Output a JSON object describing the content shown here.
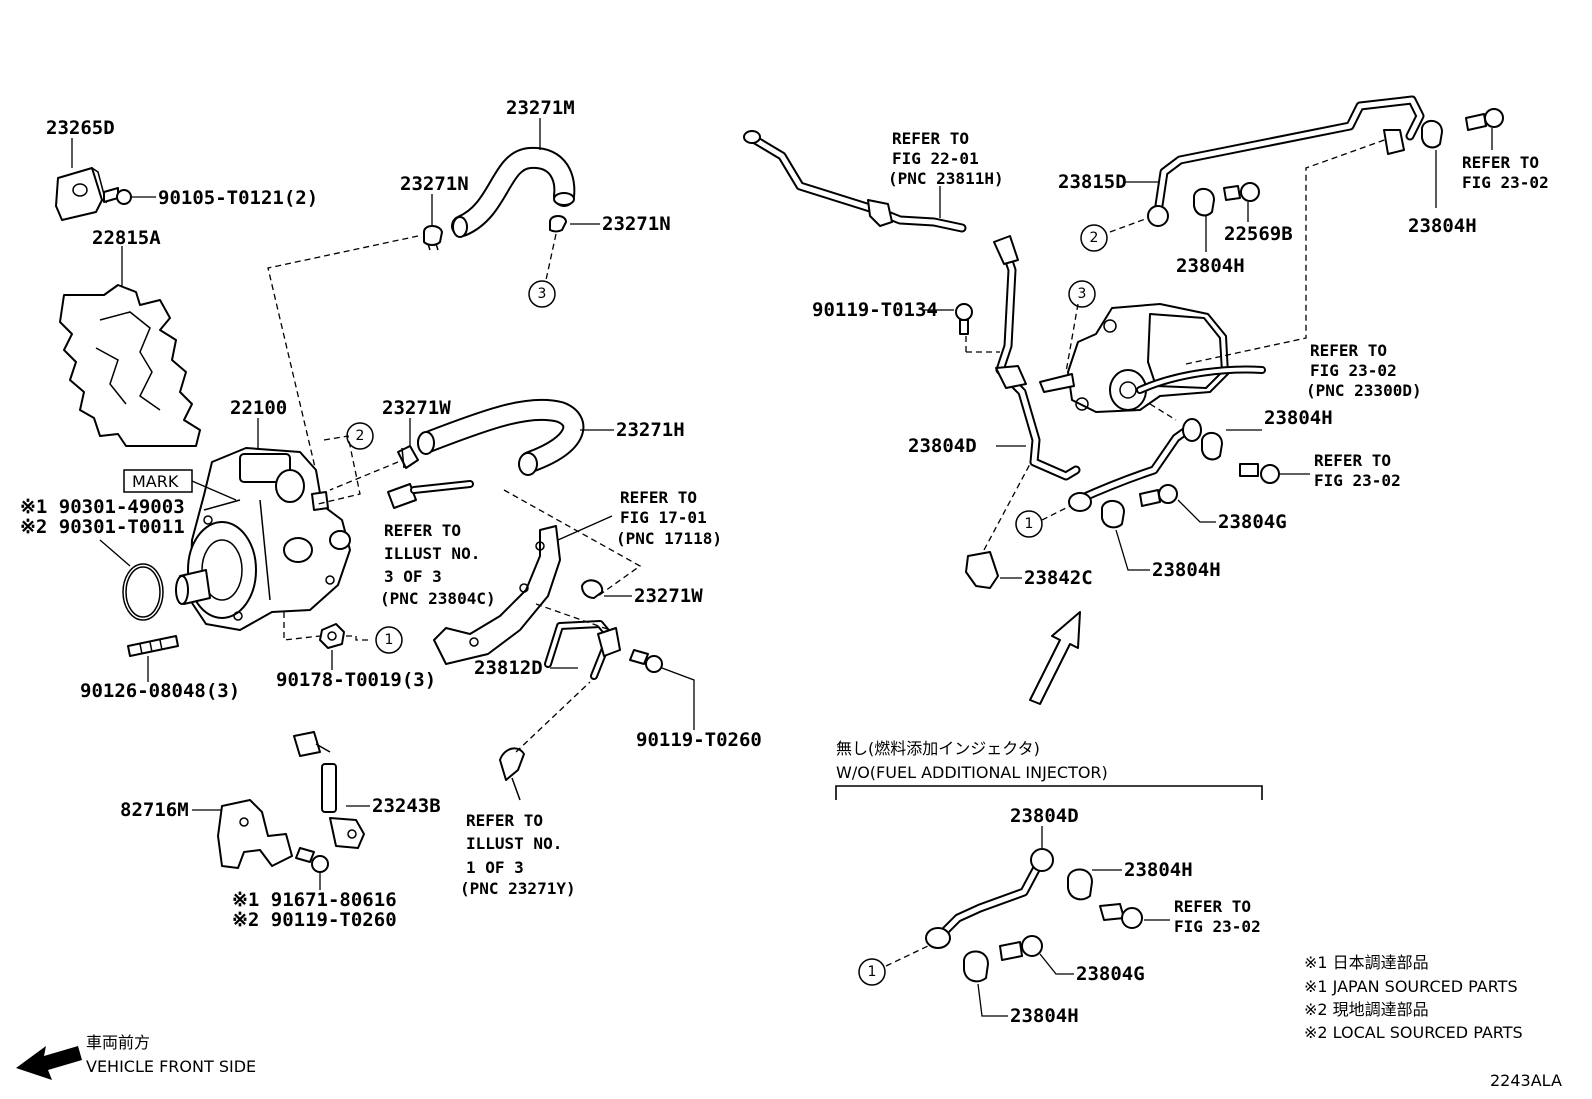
{
  "labels": {
    "p23265D": "23265D",
    "p90105": "90105-T0121(2)",
    "p22815A": "22815A",
    "p23271M": "23271M",
    "p23271N_a": "23271N",
    "p23271N_b": "23271N",
    "p22100": "22100",
    "p23271W_a": "23271W",
    "p23271H": "23271H",
    "mark": "MARK",
    "p90301_1": "※1 90301-49003",
    "p90301_2": "※2 90301-T0011",
    "p90126": "90126-08048(3)",
    "p90178": "90178-T0019(3)",
    "p23812D": "23812D",
    "p23271W_b": "23271W",
    "p90119_T0260": "90119-T0260",
    "p23243B": "23243B",
    "p82716M": "82716M",
    "p91671_1": "※1  91671-80616",
    "p90119_2": "※2  90119-T0260",
    "p90119_T0134": "90119-T0134",
    "p23815D": "23815D",
    "p23804H_top_r": "23804H",
    "p22569B": "22569B",
    "p23804H_top": "23804H",
    "p23804D": "23804D",
    "p23804H_mid": "23804H",
    "p23804G_mid": "23804G",
    "p23804H_low": "23804H",
    "p23842C": "23842C",
    "p23804D_inset": "23804D",
    "p23804H_inset_a": "23804H",
    "p23804G_inset": "23804G",
    "p23804H_inset_b": "23804H"
  },
  "refs": {
    "illust3": [
      "REFER TO",
      "ILLUST NO.",
      "3 OF 3",
      "(PNC 23804C)"
    ],
    "fig1701": [
      "REFER TO",
      "FIG 17-01",
      "(PNC 17118)"
    ],
    "illust1": [
      "REFER TO",
      "ILLUST NO.",
      "1 OF 3",
      "(PNC 23271Y)"
    ],
    "fig2201": [
      "REFER TO",
      "FIG 22-01",
      "(PNC 23811H)"
    ],
    "fig2302_a": [
      "REFER TO",
      "FIG 23-02"
    ],
    "fig2302_b": [
      "REFER TO",
      "FIG 23-02",
      "(PNC 23300D)"
    ],
    "fig2302_c": [
      "REFER TO",
      "FIG 23-02"
    ],
    "fig2302_d": [
      "REFER TO",
      "FIG 23-02"
    ]
  },
  "circles": {
    "c1": "1",
    "c2": "2",
    "c3": "3"
  },
  "inset": {
    "title_jp": "無し(燃料添加インジェクタ)",
    "title_en": "W/O(FUEL ADDITIONAL INJECTOR)"
  },
  "legend": {
    "l1_jp": "※1 日本調達部品",
    "l1_en": "※1 JAPAN SOURCED PARTS",
    "l2_jp": "※2 現地調達部品",
    "l2_en": "※2 LOCAL SOURCED PARTS"
  },
  "front": {
    "jp": "車両前方",
    "en": "VEHICLE FRONT SIDE"
  },
  "code": "2243ALA"
}
